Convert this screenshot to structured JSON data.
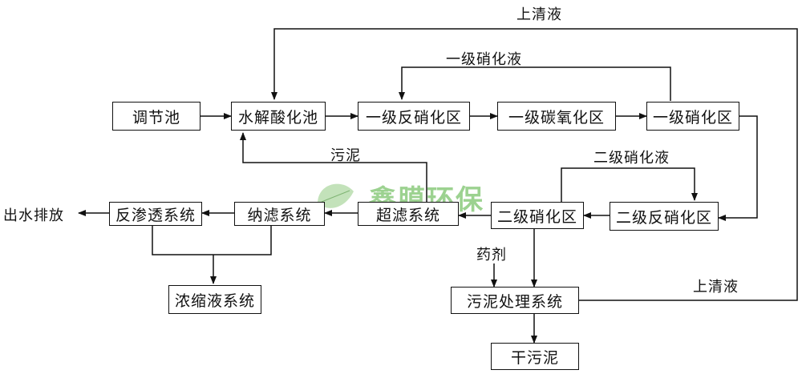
{
  "boxes": {
    "tiaojie": "调节池",
    "shuijie": "水解酸化池",
    "yiji_fanxiaohua": "一级反硝化区",
    "yiji_tan": "一级碳氧化区",
    "yiji_xiaohua": "一级硝化区",
    "erji_fanxiaohua": "二级反硝化区",
    "erji_xiaohua": "二级硝化区",
    "chaolv": "超滤系统",
    "nalv": "纳滤系统",
    "fanshentou": "反渗透系统",
    "nongsuo": "浓缩液系统",
    "wuni_chuli": "污泥处理系统",
    "gan_wuni": "干污泥"
  },
  "labels": {
    "shangqingye_top": "上清液",
    "yiji_xiaohuaye": "一级硝化液",
    "wuni": "污泥",
    "erji_xiaohuaye": "二级硝化液",
    "chushui": "出水排放",
    "yaoji": "药剂",
    "shangqingye_bottom": "上清液"
  },
  "watermark": {
    "text": "鑫膜环保",
    "color": "#7cc36c"
  }
}
